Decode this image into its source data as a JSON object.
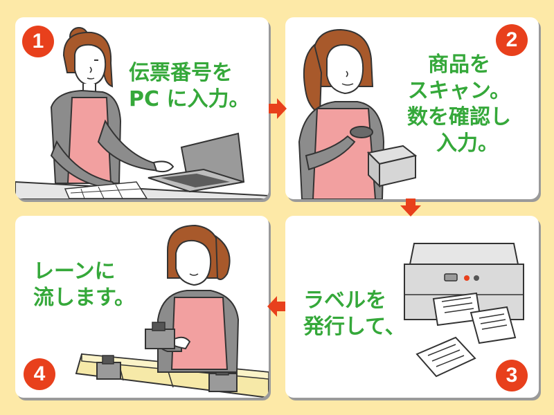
{
  "steps": [
    {
      "number": "1",
      "lines": [
        "伝票番号を",
        "PC に入力。"
      ]
    },
    {
      "number": "2",
      "lines": [
        "商品を",
        "スキャン。",
        "数を確認し",
        "入力。"
      ]
    },
    {
      "number": "3",
      "lines": [
        "ラベルを",
        "発行して、"
      ]
    },
    {
      "number": "4",
      "lines": [
        "レーンに",
        "流します。"
      ]
    }
  ],
  "colors": {
    "background": "#fde9a7",
    "badge": "#e8401c",
    "text": "#35a83a",
    "arrow": "#e8401c",
    "apron": "#f2a0a0",
    "hair": "#a8592b"
  }
}
